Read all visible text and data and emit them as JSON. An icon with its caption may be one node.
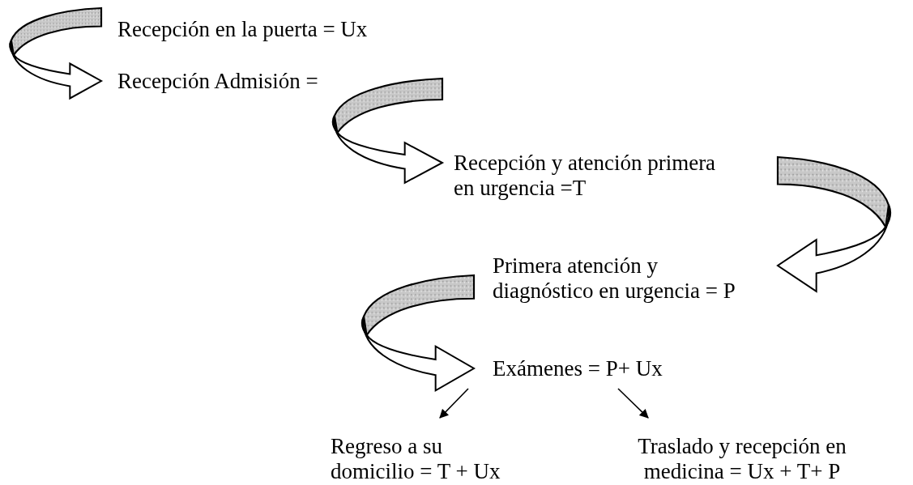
{
  "diagram": {
    "nodes": [
      {
        "text": [
          "Recepción en la puerta = Ux"
        ]
      },
      {
        "text": [
          "Recepción Admisión ="
        ]
      },
      {
        "text": [
          "Recepción y atención primera en urgencia =T"
        ]
      },
      {
        "text": [
          "Primera atención y diagnóstico en urgencia = P"
        ]
      },
      {
        "text": [
          "Exámenes = P+ Ux"
        ]
      },
      {
        "text": [
          "Regreso a su domicilio = T + Ux"
        ]
      },
      {
        "text": [
          "Traslado y recepción en medicina = Ux + T+ P"
        ]
      }
    ],
    "edges": [
      {
        "from": 0,
        "to": 1,
        "arrow": "to",
        "style": "thick"
      },
      {
        "from": 1,
        "to": 2,
        "arrow": "to",
        "style": "thick"
      },
      {
        "from": 2,
        "to": 3,
        "arrow": "to",
        "style": "thick"
      },
      {
        "from": 3,
        "to": 4,
        "arrow": "to",
        "style": "thick"
      },
      {
        "from": 4,
        "to": 5,
        "arrow": "to"
      },
      {
        "from": 4,
        "to": 6,
        "arrow": "to"
      }
    ]
  }
}
